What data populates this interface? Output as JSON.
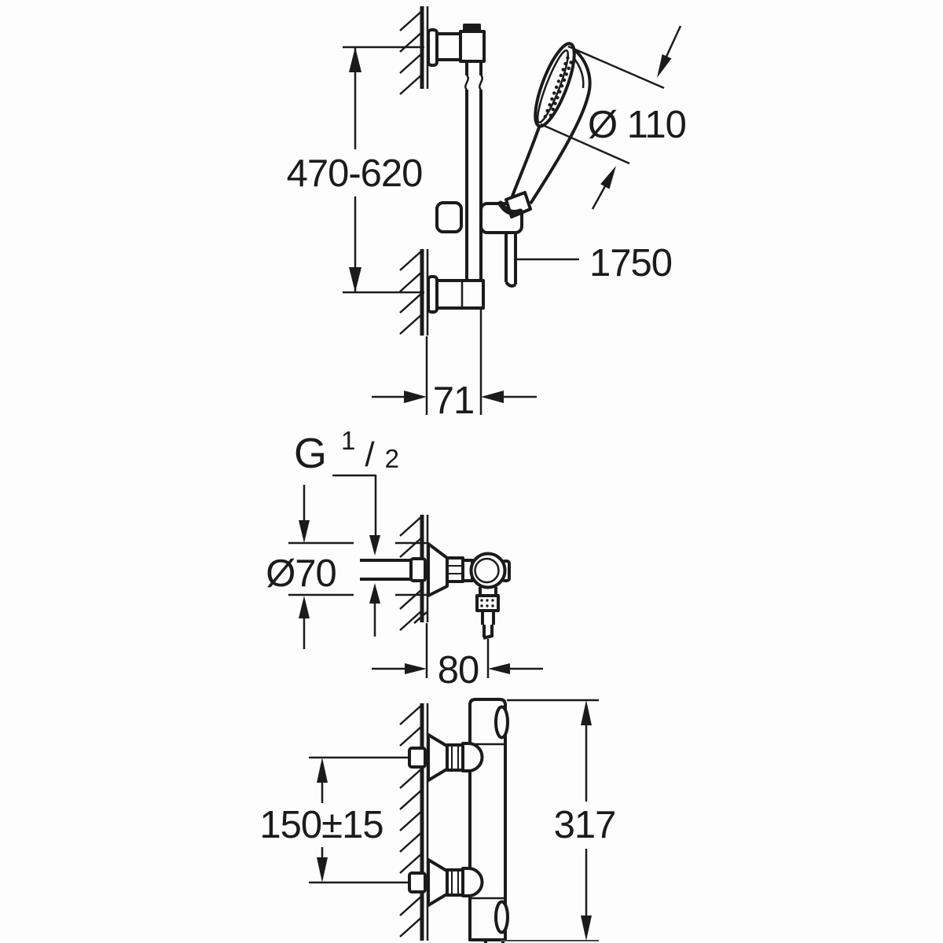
{
  "meta": {
    "background_color": "#fdfdfd",
    "line_color": "#1b1b1b"
  },
  "views": {
    "rail_set": {
      "dims": {
        "rail_height": "470-620",
        "head_diameter": "Ø 110",
        "hose_length": "1750",
        "rail_wall_offset": "71"
      }
    },
    "wall_union": {
      "dims": {
        "thread_g": "G",
        "thread_numerator": "1",
        "thread_slash": "/",
        "thread_denominator": "2",
        "escutcheon_diameter": "Ø70",
        "wall_to_outlet": "80"
      }
    },
    "mixer": {
      "dims": {
        "inlet_spacing": "150±15",
        "total_height": "317"
      }
    }
  }
}
